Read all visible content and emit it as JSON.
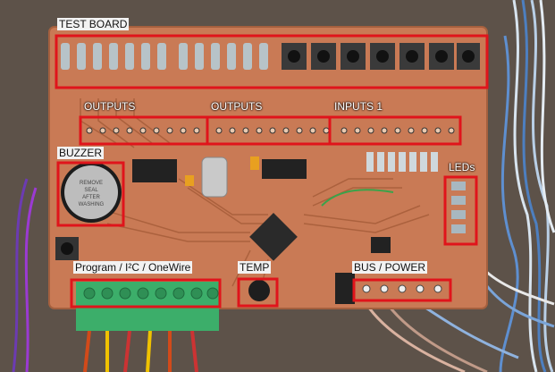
{
  "labels": {
    "test_board": "TEST BOARD",
    "outputs_1": "OUTPUTS",
    "outputs_2": "OUTPUTS",
    "inputs": "INPUTS 1",
    "buzzer": "BUZZER",
    "leds": "LEDs",
    "program": "Program / I²C / OneWire",
    "temp": "TEMP",
    "bus_power": "BUS / POWER"
  },
  "buzzer_text": [
    "REMOVE",
    "SEAL",
    "AFTER",
    "WASHING"
  ],
  "colors": {
    "background": "#5b5048",
    "board": "#c97a55",
    "highlight_box": "#e0141b",
    "terminal_block": "#3cae6a",
    "chip": "#222222"
  }
}
